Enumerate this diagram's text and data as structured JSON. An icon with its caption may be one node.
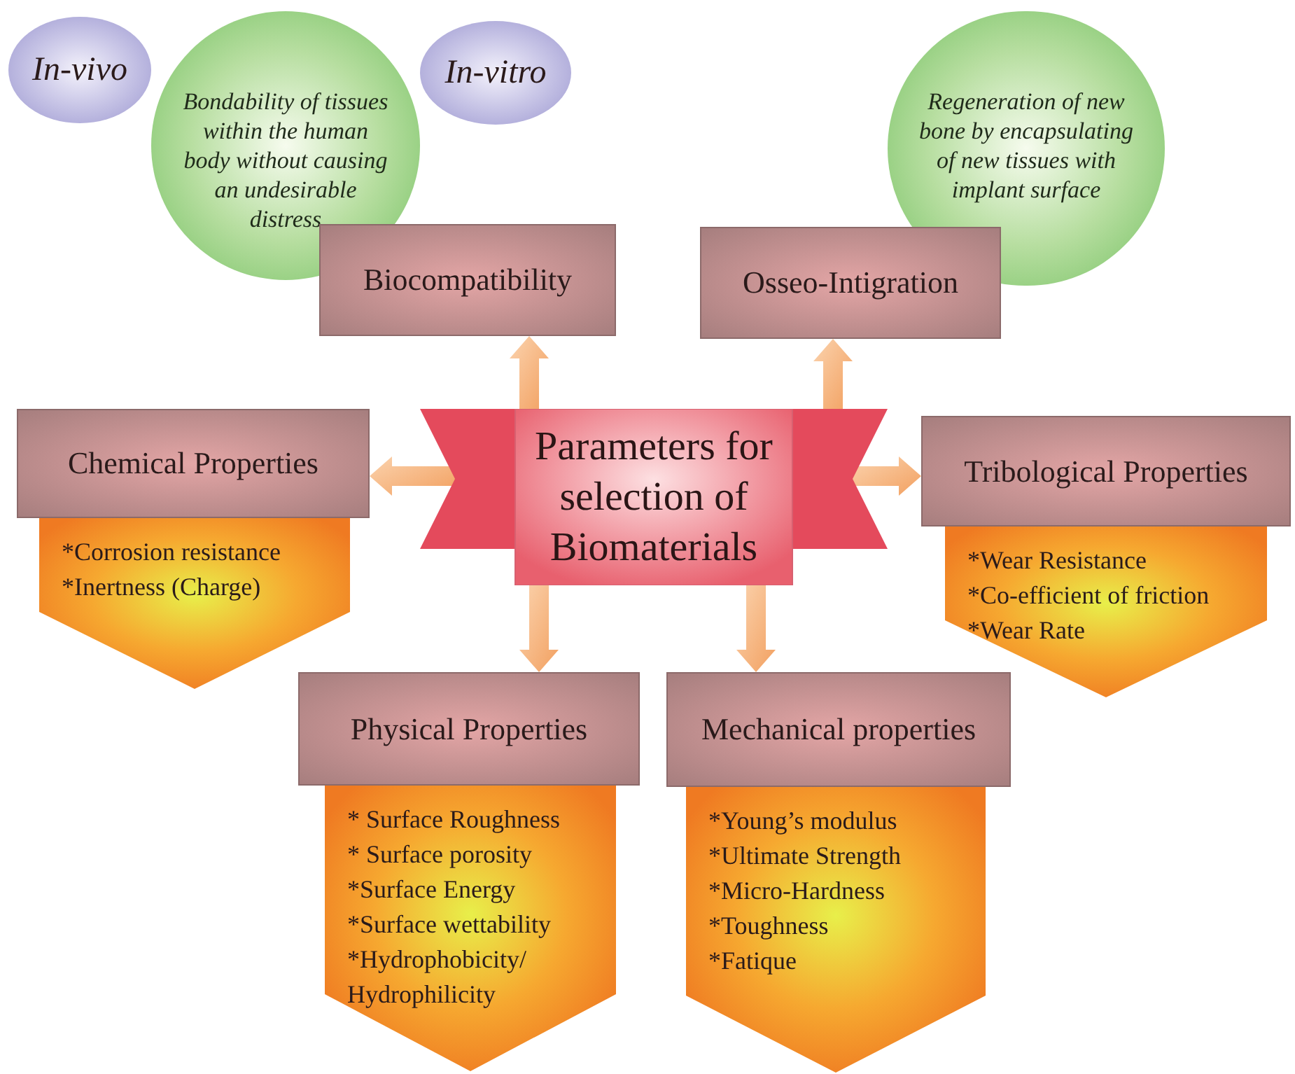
{
  "diagram": {
    "nodes": [
      {
        "text": [
          "In-vivo"
        ]
      },
      {
        "text": [
          "Bondability of tissues within the human body without causing an undesirable distress"
        ]
      },
      {
        "text": [
          "In-vitro"
        ]
      },
      {
        "text": [
          "Regeneration of new bone by encapsulating of new tissues with implant surface"
        ]
      },
      {
        "text": [
          "Biocompatibility"
        ]
      },
      {
        "text": [
          "Osseo-Intigration"
        ]
      },
      {
        "text": [
          "Chemical Properties"
        ]
      },
      {
        "text": [
          "*Corrosion resistance",
          "*Inertness (Charge)"
        ]
      },
      {
        "text": [
          "Parameters for selection of Biomaterials"
        ]
      },
      {
        "text": [
          "Tribological Properties"
        ]
      },
      {
        "text": [
          "*Wear Resistance",
          "*Co-efficient of friction",
          "*Wear Rate"
        ]
      },
      {
        "text": [
          "Physical Properties"
        ]
      },
      {
        "text": [
          "* Surface Roughness",
          "* Surface porosity",
          "*Surface Energy",
          "*Surface wettability",
          "*Hydrophobicity/ Hydrophilicity"
        ]
      },
      {
        "text": [
          "Mechanical properties"
        ]
      },
      {
        "text": [
          "*Young’s modulus",
          "*Ultimate Strength",
          "*Micro-Hardness",
          "*Toughness",
          "*Fatique"
        ]
      }
    ],
    "edges": [
      {
        "from": 8,
        "to": 4,
        "arrow": "to"
      },
      {
        "from": 8,
        "to": 5,
        "arrow": "to"
      },
      {
        "from": 8,
        "to": 6,
        "arrow": "to"
      },
      {
        "from": 8,
        "to": 9,
        "arrow": "to"
      },
      {
        "from": 8,
        "to": 11,
        "arrow": "to"
      },
      {
        "from": 8,
        "to": 13,
        "arrow": "to"
      }
    ]
  }
}
